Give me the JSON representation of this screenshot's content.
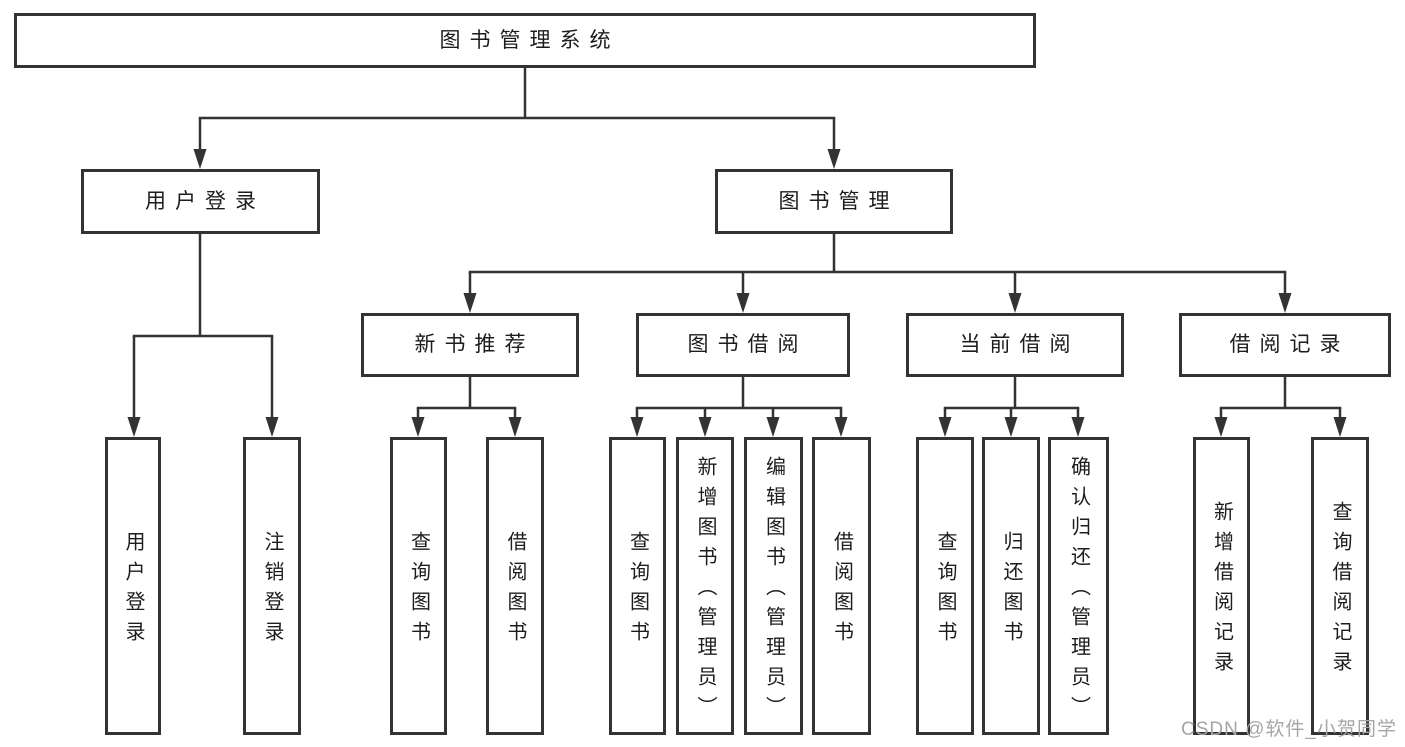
{
  "diagram_title": "图书管理系统",
  "watermark": {
    "text": "CSDN @软件_小贺同学"
  },
  "colors": {
    "line": "#333333",
    "box_border": "#333333",
    "box_background": "#ffffff",
    "text": "#1d1d1d",
    "page_background": "#ffffff",
    "watermark_text": "#a6a6a6"
  },
  "nodes": [
    {
      "id": "root",
      "label": "图书管理系统",
      "level": 1,
      "parent": null
    },
    {
      "id": "user-login",
      "label": "用户登录",
      "level": 2,
      "parent": "root"
    },
    {
      "id": "book-management",
      "label": "图书管理",
      "level": 2,
      "parent": "root"
    },
    {
      "id": "new-book-recommend",
      "label": "新书推荐",
      "level": 3,
      "parent": "book-management"
    },
    {
      "id": "book-borrowing",
      "label": "图书借阅",
      "level": 3,
      "parent": "book-management"
    },
    {
      "id": "current-borrowing",
      "label": "当前借阅",
      "level": 3,
      "parent": "book-management"
    },
    {
      "id": "borrowing-records",
      "label": "借阅记录",
      "level": 3,
      "parent": "book-management"
    },
    {
      "id": "user-login-action",
      "label": "用户登录",
      "level": 4,
      "parent": "user-login"
    },
    {
      "id": "logout-action",
      "label": "注销登录",
      "level": 4,
      "parent": "user-login"
    },
    {
      "id": "query-books-recommend",
      "label": "查询图书",
      "level": 4,
      "parent": "new-book-recommend"
    },
    {
      "id": "borrow-books-recommend",
      "label": "借阅图书",
      "level": 4,
      "parent": "new-book-recommend"
    },
    {
      "id": "query-books-borrowing",
      "label": "查询图书",
      "level": 4,
      "parent": "book-borrowing"
    },
    {
      "id": "add-books-admin",
      "label": "新增图书（管理员）",
      "level": 4,
      "parent": "book-borrowing"
    },
    {
      "id": "edit-books-admin",
      "label": "编辑图书（管理员）",
      "level": 4,
      "parent": "book-borrowing"
    },
    {
      "id": "borrow-books-borrowing",
      "label": "借阅图书",
      "level": 4,
      "parent": "book-borrowing"
    },
    {
      "id": "query-books-current",
      "label": "查询图书",
      "level": 4,
      "parent": "current-borrowing"
    },
    {
      "id": "return-books",
      "label": "归还图书",
      "level": 4,
      "parent": "current-borrowing"
    },
    {
      "id": "confirm-return-admin",
      "label": "确认归还（管理员）",
      "level": 4,
      "parent": "current-borrowing"
    },
    {
      "id": "add-borrow-record",
      "label": "新增借阅记录",
      "level": 4,
      "parent": "borrowing-records"
    },
    {
      "id": "query-borrow-record",
      "label": "查询借阅记录",
      "level": 4,
      "parent": "borrowing-records"
    }
  ]
}
